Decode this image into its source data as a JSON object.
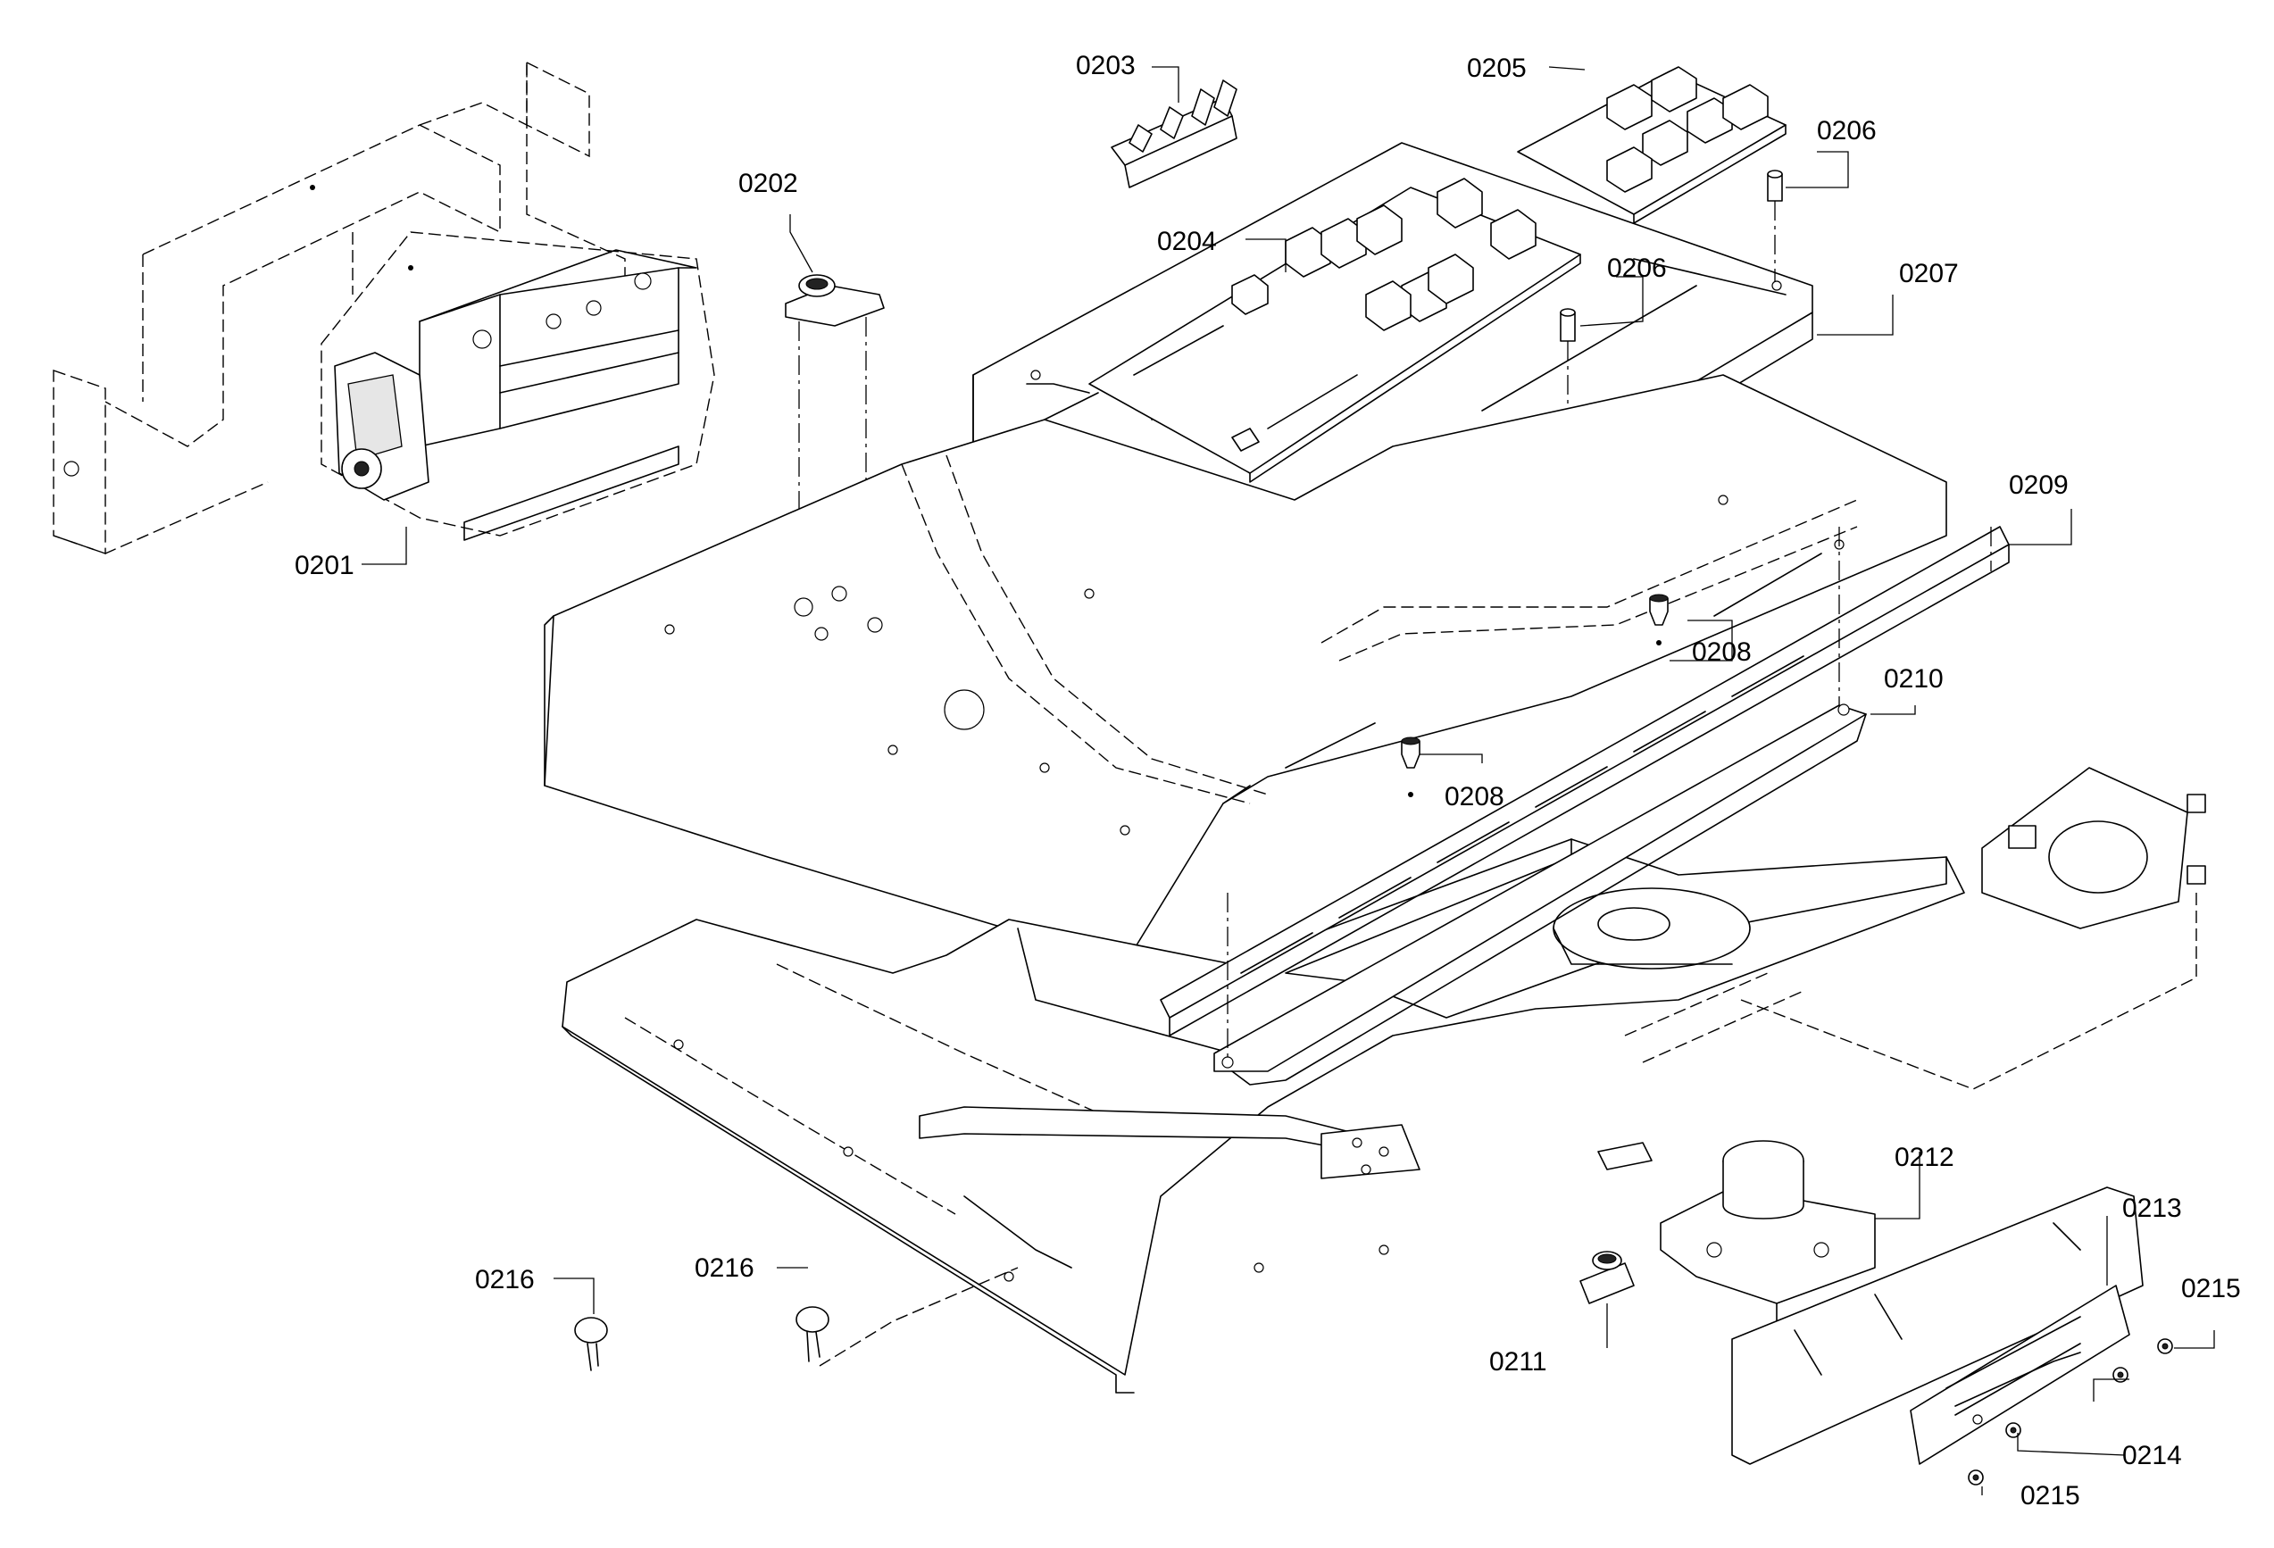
{
  "labels": {
    "p0201": "0201",
    "p0202": "0202",
    "p0203": "0203",
    "p0204": "0204",
    "p0205": "0205",
    "p0206a": "0206",
    "p0206b": "0206",
    "p0207": "0207",
    "p0208a": "0208",
    "p0208b": "0208",
    "p0209": "0209",
    "p0210": "0210",
    "p0211": "0211",
    "p0212": "0212",
    "p0213": "0213",
    "p0214": "0214",
    "p0215a": "0215",
    "p0215b": "0215",
    "p0216a": "0216",
    "p0216b": "0216"
  },
  "colors": {
    "ink": "#000000",
    "paper": "#ffffff"
  }
}
